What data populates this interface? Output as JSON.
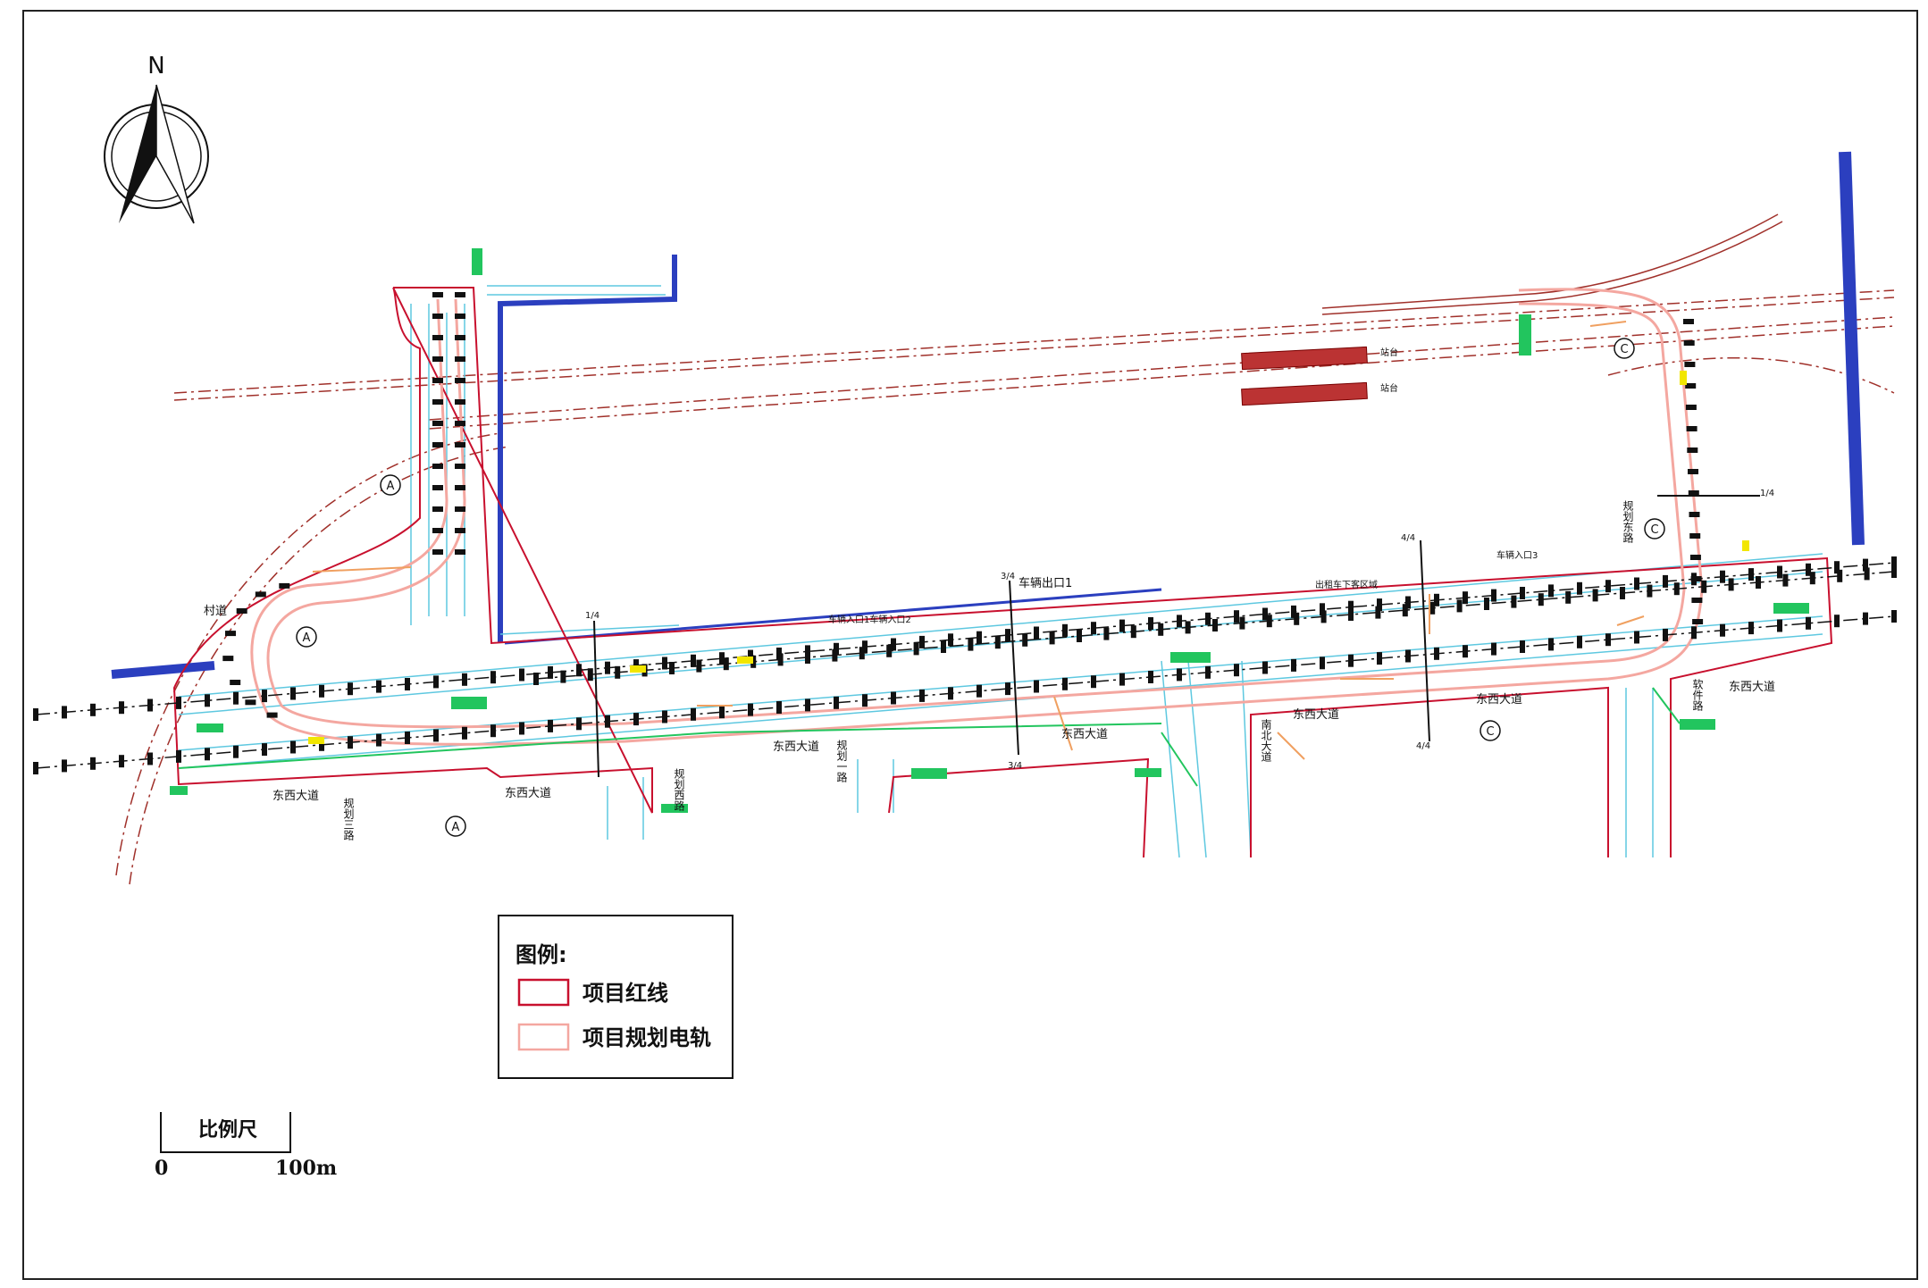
{
  "compass": {
    "label": "N",
    "icon": "north-arrow-icon"
  },
  "legend": {
    "title": "图例:",
    "items": [
      {
        "label": "项目红线",
        "color": "#c8102e"
      },
      {
        "label": "项目规划电轨",
        "color": "#f4a7a0"
      }
    ]
  },
  "scale_bar": {
    "title": "比例尺",
    "start": "0",
    "end": "100m"
  },
  "road_labels": {
    "dongxi_1": "东西大道",
    "dongxi_2": "东西大道",
    "dongxi_3": "东西大道",
    "dongxi_4": "东西大道",
    "dongxi_5": "东西大道",
    "dongxi_6": "东西大道",
    "dongxi_7": "东西大道",
    "cun_dao": "村道",
    "guihua_yi_lu": "规划一路",
    "guihua_san_lu": "规划三路",
    "guihua_dong_lu": "规划东路",
    "guihua_xi_lu": "规划西路",
    "ruanjian_lu": "软件路",
    "south_ave": "南北大道",
    "vehicle_in_1_2": "车辆入口1车辆入口2",
    "vehicle_out_1": "车辆出口1",
    "vehicle_in_3": "车辆入口3",
    "taxi_zone": "出租车下客区域"
  },
  "section_markers": {
    "a1": "A",
    "a2": "A",
    "a3": "A",
    "c1": "C",
    "c2": "C",
    "c3": "C"
  },
  "section_ticks": {
    "s1": "1/4",
    "s2": "3/4",
    "s3": "3/4",
    "s4": "4/4",
    "s5": "4/4",
    "s6": "1/4"
  },
  "colors": {
    "redline": "#c8102e",
    "planned_rail": "#f4a7a0",
    "river": "#2b3fbf",
    "road_edge": "#5ec8e0",
    "tree": "#111111",
    "green": "#22c55e",
    "yellow": "#f2e600",
    "orange": "#f0a060",
    "rail_red": "#a0302a"
  }
}
